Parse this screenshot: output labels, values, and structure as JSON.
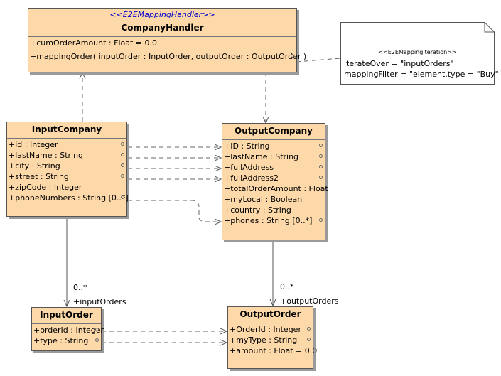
{
  "company_handler": {
    "stereotype": "<<E2EMappingHandler>>",
    "name": "CompanyHandler",
    "attributes": [
      "+cumOrderAmount : Float = 0.0"
    ],
    "operations": [
      "+mappingOrder( inputOrder : InputOrder, outputOrder : OutputOrder )"
    ]
  },
  "note": {
    "stereotype": "<<E2EMappingIteration>>",
    "lines": [
      "iterateOver = \"inputOrders\"",
      "mappingFilter = \"element.type = \"Buy\""
    ]
  },
  "input_company": {
    "name": "InputCompany",
    "attributes": [
      "+id : Integer",
      "+lastName : String",
      "+city : String",
      "+street : String",
      "+zipCode : Integer",
      "+phoneNumbers : String [0..*]"
    ]
  },
  "output_company": {
    "name": "OutputCompany",
    "attributes": [
      "+ID : String",
      "+lastName : String",
      "+fullAddress",
      "+fullAddress2",
      "+totalOrderAmount : Float",
      "+myLocal : Boolean",
      "+country : String",
      "+phones : String [0..*]"
    ]
  },
  "input_order": {
    "name": "InputOrder",
    "attributes": [
      "+orderId : Integer",
      "+type : String"
    ]
  },
  "output_order": {
    "name": "OutputOrder",
    "attributes": [
      "+OrderId : Integer",
      "+myType : String",
      "+amount : Float = 0.0"
    ]
  },
  "associations": {
    "input": {
      "multiplicity": "0..*",
      "role": "+inputOrders"
    },
    "output": {
      "multiplicity": "0..*",
      "role": "+outputOrders"
    }
  }
}
